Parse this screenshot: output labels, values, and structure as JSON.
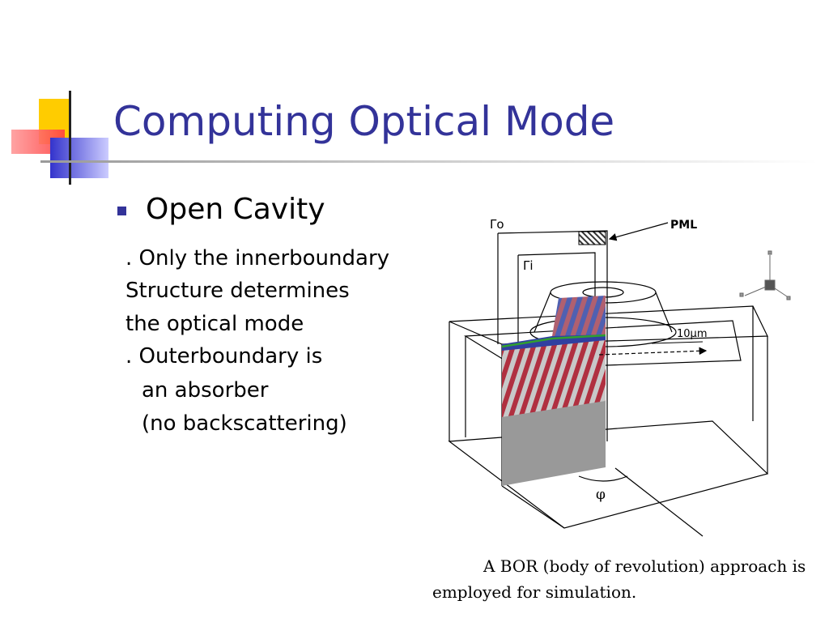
{
  "slide": {
    "title": "Computing Optical Mode",
    "bullet": "Open Cavity",
    "lines": [
      ". Only the innerboundary",
      "Structure determines",
      "the optical mode",
      ". Outerboundary is",
      "an absorber",
      "(no backscattering)"
    ]
  },
  "figure": {
    "label_outer": "Γo",
    "label_inner": "Γi",
    "label_pml": "PML",
    "label_scale": "10μm",
    "label_angle": "φ",
    "caption_line1": "A BOR (body of revolution) approach is",
    "caption_line2": "employed for simulation."
  },
  "colors": {
    "title": "#333399",
    "bullet": "#333399",
    "deco_yellow": "#ffcc00",
    "deco_red": "#ff5050",
    "deco_blue": "#3333cc"
  }
}
